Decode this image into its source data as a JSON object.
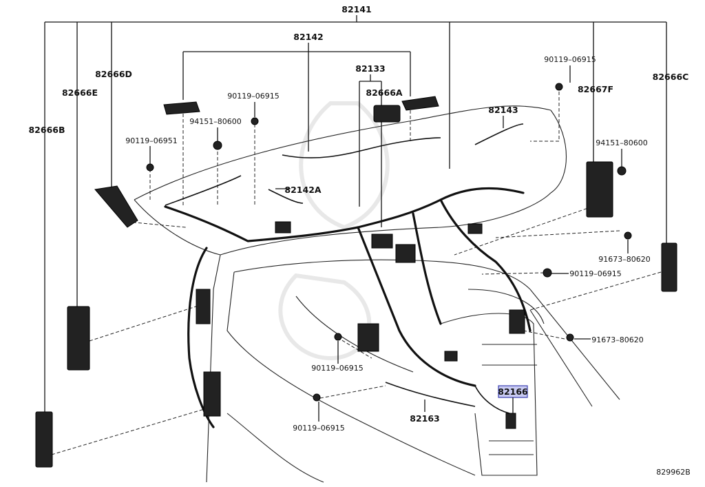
{
  "diagram": {
    "part_labels": {
      "p82141": "82141",
      "p82142": "82142",
      "p82133": "82133",
      "p82666A": "82666A",
      "p82666B": "82666B",
      "p82666C": "82666C",
      "p82666D": "82666D",
      "p82666E": "82666E",
      "p82667F": "82667F",
      "p82143": "82143",
      "p82142A": "82142A",
      "p82163": "82163",
      "p82166": "82166",
      "b90119_top_mid": "90119–06915",
      "b90119_top_right": "90119–06915",
      "b90119_left": "90119–06951",
      "b94151_left": "94151–80600",
      "b94151_right": "94151–80600",
      "b91673_upper": "91673–80620",
      "b91673_lower": "91673–80620",
      "b90119_right": "90119–06915",
      "b90119_center": "90119–06915",
      "b90119_bottom": "90119–06915"
    },
    "highlighted_part": "82166",
    "highlight_color": "#c9cbf2",
    "diagram_code": "829962B"
  }
}
